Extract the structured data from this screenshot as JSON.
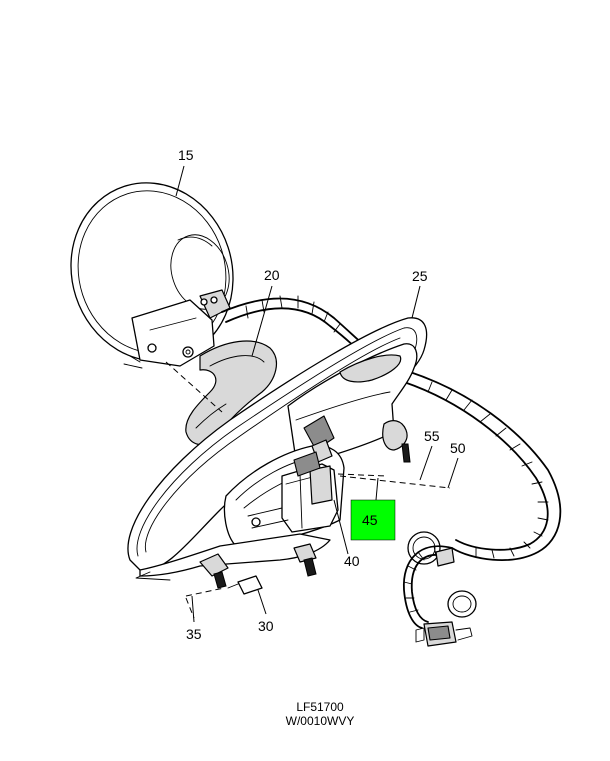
{
  "diagram": {
    "callouts": {
      "c15": "15",
      "c20": "20",
      "c25": "25",
      "c30": "30",
      "c35": "35",
      "c40": "40",
      "c45": "45",
      "c50": "50",
      "c55": "55"
    },
    "highlight": {
      "label": "45",
      "color": "#00ff00"
    },
    "footer": {
      "drawing_number": "LF51700",
      "reference": "W/0010WVY"
    }
  }
}
